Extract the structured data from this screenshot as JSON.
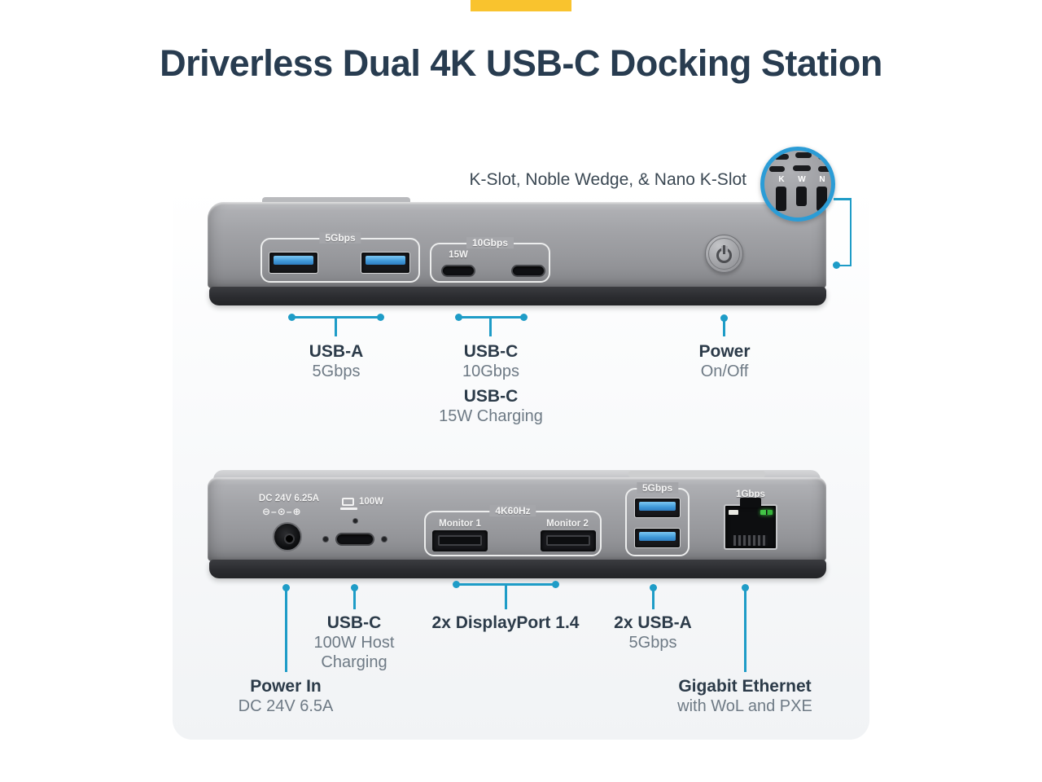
{
  "header": {
    "title": "Driverless Dual 4K USB-C Docking Station"
  },
  "colors": {
    "callout_teal": "#1E9CC7",
    "inset_ring_blue": "#2B9CD6",
    "accent_yellow": "#F9C32E",
    "title_navy": "#283C50",
    "label_dark": "#2C3B49",
    "label_gray": "#6E7A85"
  },
  "kslot": {
    "label": "K-Slot, Noble Wedge, & Nano K-Slot",
    "letters": [
      "K",
      "W",
      "N"
    ]
  },
  "front": {
    "markings": {
      "usba_group": "5Gbps",
      "usbc_group": "10Gbps",
      "usbc_left": "15W"
    },
    "callouts": [
      {
        "title": "USB-A",
        "sub": "5Gbps"
      },
      {
        "title": "USB-C",
        "sub": "10Gbps"
      },
      {
        "title": "USB-C",
        "sub": "15W Charging"
      },
      {
        "title": "Power",
        "sub": "On/Off"
      }
    ]
  },
  "rear": {
    "markings": {
      "dc": "DC 24V 6.25A",
      "host_power": "100W",
      "dp_group": "4K60Hz",
      "monitor1": "Monitor 1",
      "monitor2": "Monitor 2",
      "usba_group": "5Gbps",
      "ethernet": "1Gbps"
    },
    "callouts": [
      {
        "title": "USB-C",
        "sub": "100W Host",
        "sub2": "Charging"
      },
      {
        "title": "2x DisplayPort 1.4"
      },
      {
        "title": "2x USB-A",
        "sub": "5Gbps"
      },
      {
        "title": "Power In",
        "sub": "DC 24V 6.5A"
      },
      {
        "title": "Gigabit Ethernet",
        "sub": "with WoL and PXE"
      }
    ]
  }
}
